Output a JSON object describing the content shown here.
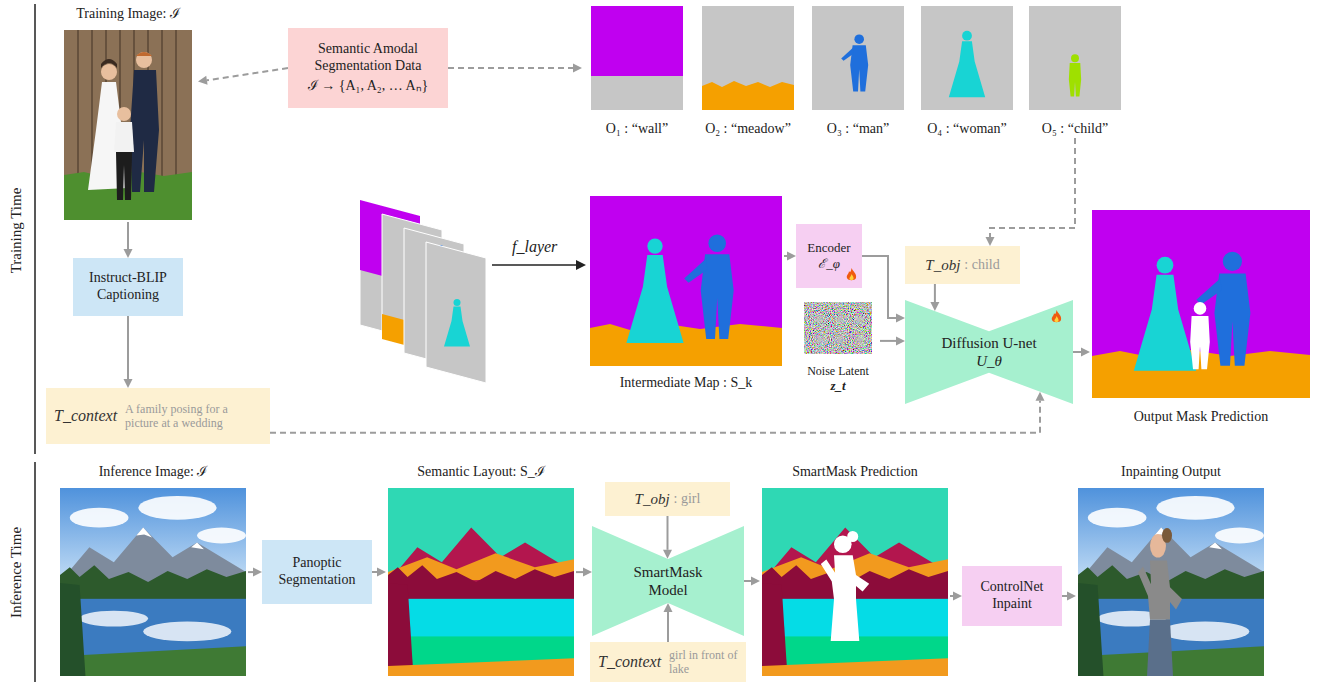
{
  "diagram": {
    "nodes": [
      {
        "text": [
          "Training Image: ℐ"
        ]
      },
      {
        "text": [
          "Semantic Amodal Segmentation Data",
          "ℐ → {A₁, A₂, … Aₙ}"
        ]
      },
      {
        "text": [
          "O₁ : “wall”"
        ]
      },
      {
        "text": [
          "O₂ : “meadow”"
        ]
      },
      {
        "text": [
          "O₃ : “man”"
        ]
      },
      {
        "text": [
          "O₄ : “woman”"
        ]
      },
      {
        "text": [
          "O₅ : “child”"
        ]
      },
      {
        "text": [
          "Instruct-BLIP Captioning"
        ]
      },
      {
        "text": [
          "T_context",
          "A family posing for a picture at a wedding"
        ]
      },
      {
        "text": [
          "Intermediate Map : S_k"
        ]
      },
      {
        "text": [
          "Encoder",
          "ℰ_φ"
        ]
      },
      {
        "text": [
          "Noise Latent",
          "z_t"
        ]
      },
      {
        "text": [
          "T_obj",
          ": child"
        ]
      },
      {
        "text": [
          "Diffusion U-net",
          "U_θ"
        ]
      },
      {
        "text": [
          "Output Mask Prediction"
        ]
      },
      {
        "text": [
          "Inference Image: ℐ"
        ]
      },
      {
        "text": [
          "Panoptic Segmentation"
        ]
      },
      {
        "text": [
          "Semantic Layout: S_ℐ"
        ]
      },
      {
        "text": [
          "T_obj",
          ": girl"
        ]
      },
      {
        "text": [
          "SmartMask Model"
        ]
      },
      {
        "text": [
          "T_context",
          "girl in front of lake"
        ]
      },
      {
        "text": [
          "SmartMask Prediction"
        ]
      },
      {
        "text": [
          "ControlNet Inpaint"
        ]
      },
      {
        "text": [
          "Inpainting Output"
        ]
      }
    ],
    "edges": [
      {
        "from": 1,
        "to": 0,
        "arrow": "to"
      },
      {
        "from": 1,
        "to": 2,
        "arrow": "to"
      },
      {
        "from": 0,
        "to": 7,
        "arrow": "to"
      },
      {
        "from": 7,
        "to": 8,
        "arrow": "to"
      },
      {
        "from": 8,
        "to": 13,
        "arrow": "to"
      },
      {
        "from": 9,
        "to": 10,
        "arrow": "to"
      },
      {
        "from": 10,
        "to": 13,
        "arrow": "to"
      },
      {
        "from": 11,
        "to": 13,
        "arrow": "to"
      },
      {
        "from": 6,
        "to": 12,
        "arrow": "to"
      },
      {
        "from": 12,
        "to": 13,
        "arrow": "to"
      },
      {
        "from": 13,
        "to": 14,
        "arrow": "to"
      },
      {
        "from": 15,
        "to": 16,
        "arrow": "to"
      },
      {
        "from": 16,
        "to": 17,
        "arrow": "to"
      },
      {
        "from": 17,
        "to": 19,
        "arrow": "to"
      },
      {
        "from": 18,
        "to": 19,
        "arrow": "to"
      },
      {
        "from": 20,
        "to": 19,
        "arrow": "to"
      },
      {
        "from": 19,
        "to": 21,
        "arrow": "to"
      },
      {
        "from": 21,
        "to": 22,
        "arrow": "to"
      },
      {
        "from": 22,
        "to": 23,
        "arrow": "to"
      }
    ],
    "labels": [
      "Training Time",
      "Inference Time",
      "f_layer"
    ]
  }
}
